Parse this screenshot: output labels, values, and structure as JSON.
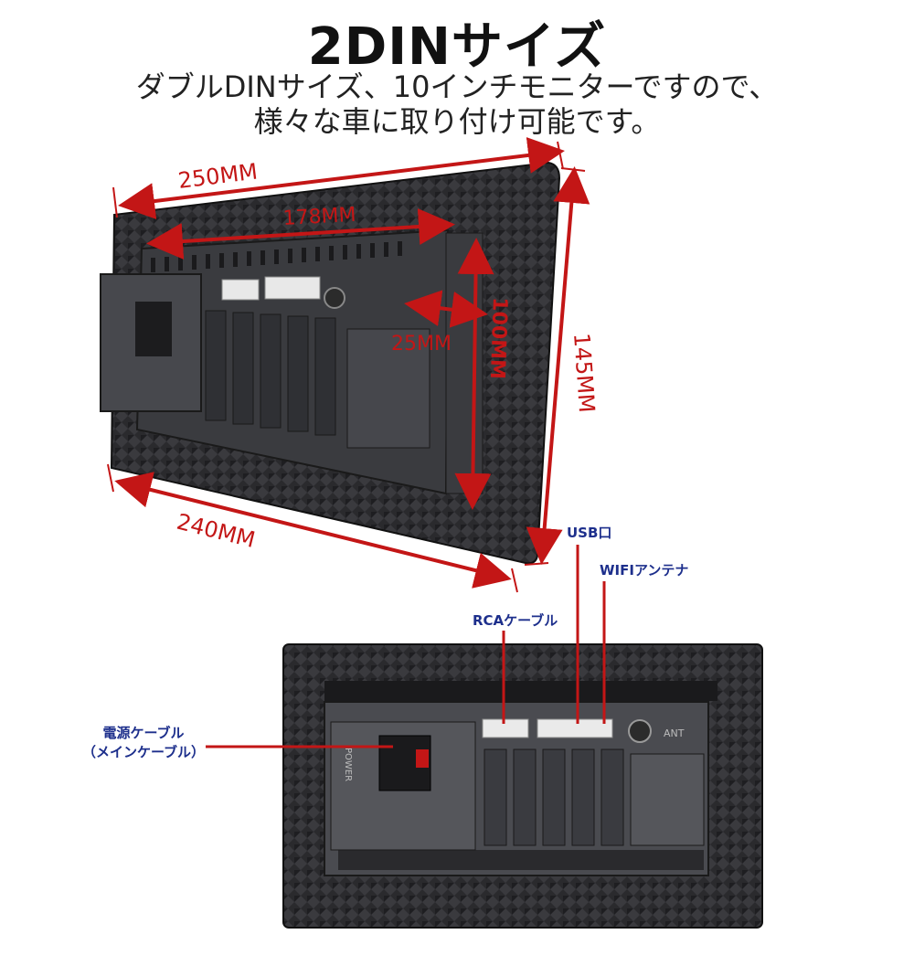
{
  "header": {
    "title": "2DINサイズ",
    "subtitle_line1": "ダブルDINサイズ、10インチモニターですので、",
    "subtitle_line2": "様々な車に取り付け可能です。"
  },
  "dimensions": {
    "width_top": "250MM",
    "inner_width": "178MM",
    "depth": "25MM",
    "inner_height": "100MM",
    "height": "145MM",
    "width_bottom": "240MM"
  },
  "unit_labels": {
    "ant": "ANT",
    "power": "POWER"
  },
  "callouts": {
    "usb": "USB口",
    "wifi": "WIFIアンテナ",
    "rca": "RCAケーブル",
    "power_line1": "電源ケーブル",
    "power_line2": "（メインケーブル）"
  },
  "colors": {
    "dimension_red": "#c31616",
    "callout_blue": "#1d2f8c",
    "unit_dark": "#2c2c2f",
    "bracket_grey": "#55565b"
  }
}
